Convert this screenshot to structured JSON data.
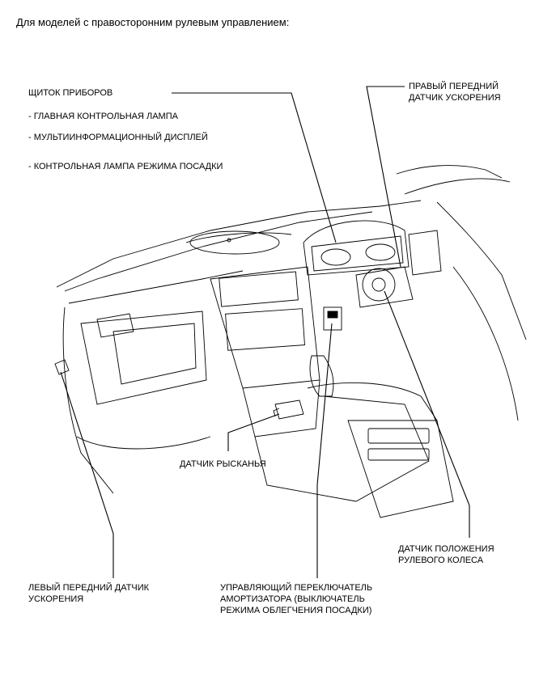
{
  "heading": "Для моделей с правосторонним рулевым управлением:",
  "labels": {
    "instrument_cluster": "ЩИТОК ПРИБОРОВ",
    "cluster_item_1": "- ГЛАВНАЯ КОНТРОЛЬНАЯ ЛАМПА",
    "cluster_item_2": "- МУЛЬТИИНФОРМАЦИОННЫЙ ДИСПЛЕЙ",
    "cluster_item_3": "- КОНТРОЛЬНАЯ ЛАМПА РЕЖИМА ПОСАДКИ",
    "right_front_sensor": "ПРАВЫЙ ПЕРЕДНИЙ\nДАТЧИК УСКОРЕНИЯ",
    "yaw_sensor": "ДАТЧИК РЫСКАНЬЯ",
    "steering_sensor": "ДАТЧИК ПОЛОЖЕНИЯ\nРУЛЕВОГО КОЛЕСА",
    "left_front_sensor": "ЛЕВЫЙ ПЕРЕДНИЙ ДАТЧИК\nУСКОРЕНИЯ",
    "absorber_switch": "УПРАВЛЯЮЩИЙ ПЕРЕКЛЮЧАТЕЛЬ\nАМОРТИЗАТОРА (ВЫКЛЮЧАТЕЛЬ\nРЕЖИМА ОБЛЕГЧЕНИЯ ПОСАДКИ)"
  }
}
